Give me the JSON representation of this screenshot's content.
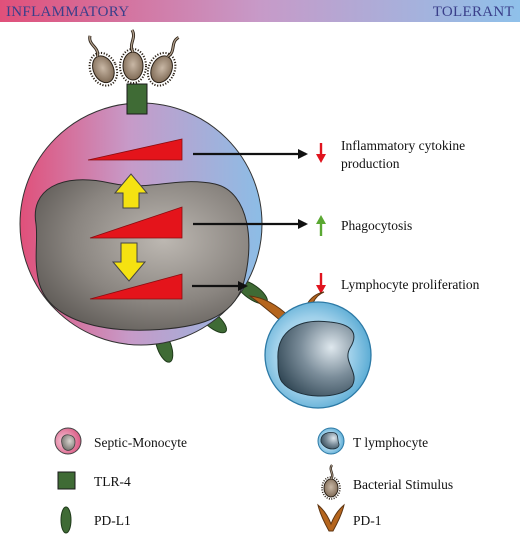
{
  "gradient_bar": {
    "left_label": "INFLAMMATORY",
    "right_label": "TOLERANT",
    "left_color": "#e0507a",
    "right_color": "#8fc1ea"
  },
  "effects": [
    {
      "text_lines": [
        "Inflammatory cytokine",
        "production"
      ],
      "direction": "down",
      "arrow_color": "#e0141e"
    },
    {
      "text_lines": [
        "Phagocytosis"
      ],
      "direction": "up",
      "arrow_color": "#5aa832"
    },
    {
      "text_lines": [
        "Lymphocyte proliferation"
      ],
      "direction": "down",
      "arrow_color": "#e0141e"
    }
  ],
  "legend": [
    {
      "label": "Septic-Monocyte",
      "icon": "septic-monocyte-icon"
    },
    {
      "label": "T lymphocyte",
      "icon": "t-lymphocyte-icon"
    },
    {
      "label": "TLR-4",
      "icon": "tlr4-icon"
    },
    {
      "label": "Bacterial Stimulus",
      "icon": "bacterium-icon"
    },
    {
      "label": "PD-L1",
      "icon": "pdl1-icon"
    },
    {
      "label": "PD-1",
      "icon": "pd1-icon"
    }
  ],
  "colors": {
    "tlr4": "#3f6b35",
    "pdl1": "#3f6b35",
    "pd1": "#b5651d",
    "wedge": "#e4141b",
    "yellow_arrow": "#f5e211",
    "nucleus": "#7a7672",
    "lymphocyte": "#4aa3cf"
  }
}
